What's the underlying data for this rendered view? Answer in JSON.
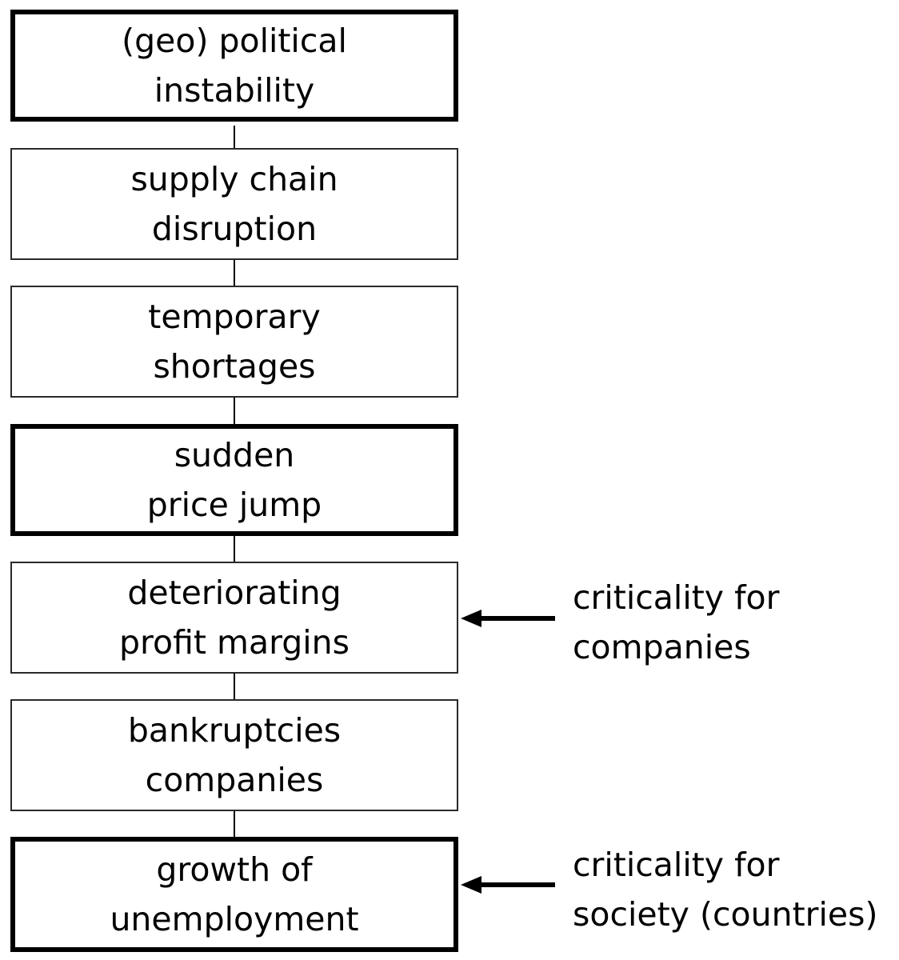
{
  "diagram": {
    "boxes": [
      {
        "line1": "(geo) political",
        "line2": "instability",
        "emphasis": true
      },
      {
        "line1": "supply chain",
        "line2": "disruption",
        "emphasis": false
      },
      {
        "line1": "temporary",
        "line2": "shortages",
        "emphasis": false
      },
      {
        "line1": "sudden",
        "line2": "price jump",
        "emphasis": true
      },
      {
        "line1": "deteriorating",
        "line2": "profit margins",
        "emphasis": false
      },
      {
        "line1": "bankruptcies",
        "line2": "companies",
        "emphasis": false
      },
      {
        "line1": "growth of",
        "line2": "unemployment",
        "emphasis": true
      }
    ],
    "annotations": [
      {
        "line1": "criticality for",
        "line2": "companies"
      },
      {
        "line1": "criticality for",
        "line2": "society (countries)"
      }
    ]
  }
}
